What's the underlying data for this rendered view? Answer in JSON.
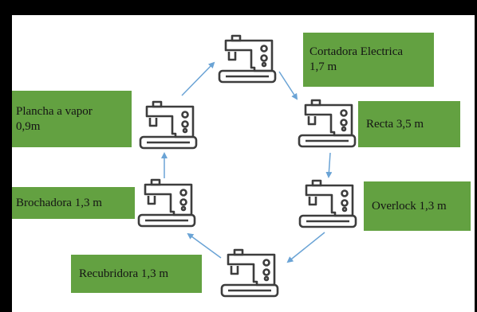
{
  "colors": {
    "label_background": "#63a141",
    "label_text": "#141414",
    "arrow": "#6aa3d5",
    "icon_stroke": "#3d3d3d",
    "frame": "#000000"
  },
  "icon": "sewing-machine-icon",
  "stations": [
    {
      "id": "cortadora",
      "label": "Cortadora Electrica\n1,7 m"
    },
    {
      "id": "recta",
      "label": "Recta 3,5 m"
    },
    {
      "id": "overlock",
      "label": "Overlock 1,3 m"
    },
    {
      "id": "recubridora",
      "label": "Recubridora 1,3 m"
    },
    {
      "id": "brochadora",
      "label": "Brochadora 1,3 m"
    },
    {
      "id": "plancha",
      "label": "Plancha a vapor\n0,9m"
    }
  ]
}
